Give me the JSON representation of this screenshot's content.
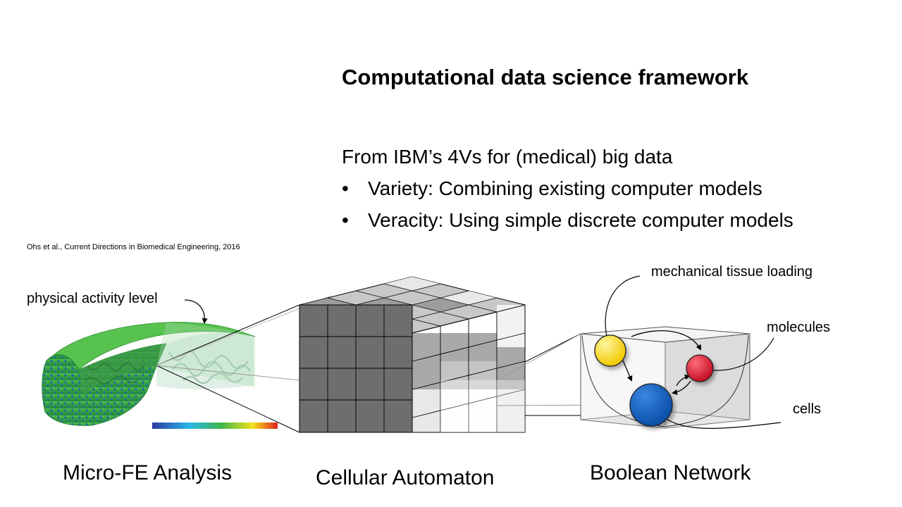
{
  "slide": {
    "title": "Computational data science framework",
    "intro": "From IBM’s 4Vs for (medical) big data",
    "bullets": [
      "Variety: Combining existing computer models",
      "Veracity: Using simple discrete computer models"
    ],
    "bullet_glyph": "•",
    "citation": "Ohs et al., Current Directions in Biomedical Engineering, 2016"
  },
  "diagram": {
    "micro_fe": {
      "label": "physical activity level",
      "caption": "Micro-FE Analysis",
      "colorbar_colors": [
        "#2b3aa0",
        "#29b8e8",
        "#3fb54a",
        "#f2e21c",
        "#e02020"
      ]
    },
    "cellular_automaton": {
      "caption": "Cellular Automaton"
    },
    "boolean_network": {
      "caption": "Boolean Network",
      "nodes": [
        {
          "name": "mechanical tissue loading",
          "color": "#f5d013"
        },
        {
          "name": "molecules",
          "color": "#d4112b"
        },
        {
          "name": "cells",
          "color": "#0a55b8"
        }
      ]
    }
  }
}
